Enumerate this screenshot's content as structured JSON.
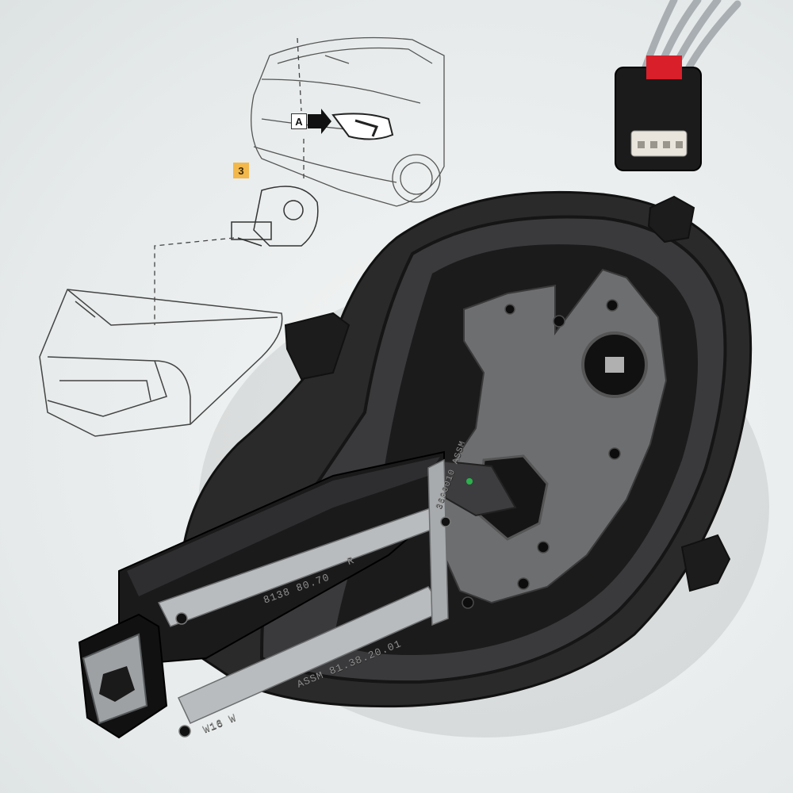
{
  "diagram": {
    "callout_number": "3",
    "view_label": "A"
  },
  "markings": {
    "part_number_upper": "8138 80.70",
    "side_code": "R",
    "part_number_lower": "ASSM 81.38.20.01",
    "bulb_spec": "W16 W",
    "vertical_code": "3600010 ASSM"
  },
  "colors": {
    "background": "#e9ecec",
    "housing": "#1e1e1f",
    "gasket": "#2a2a2b",
    "metal_strip": "#b9bcbe",
    "callout": "#f2b84b",
    "connector_latch": "#d81f2a",
    "connector_insert": "#e9e4dc"
  }
}
